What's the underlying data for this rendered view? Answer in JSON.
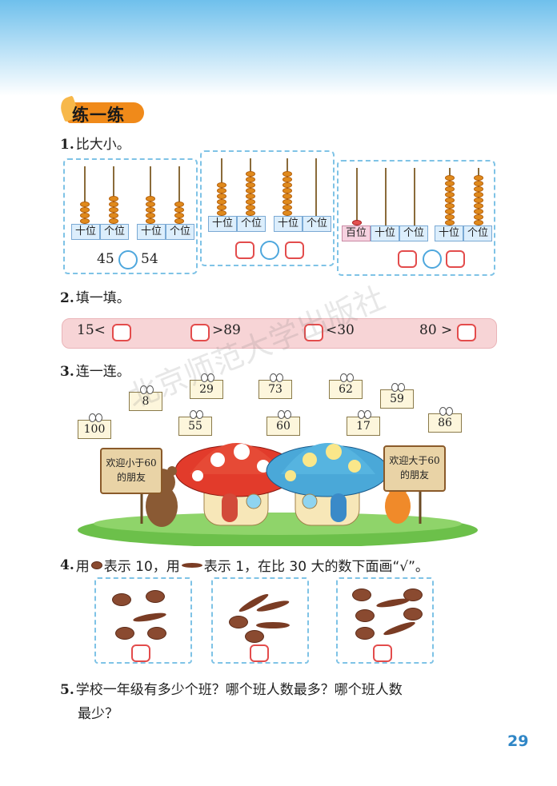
{
  "section": {
    "title": "练一练"
  },
  "q1": {
    "num": "1.",
    "text": "比大小。",
    "labels": {
      "tens": "十位",
      "ones": "个位",
      "hundreds": "百位"
    },
    "left_compare": "45",
    "right_compare": "54"
  },
  "q2": {
    "num": "2.",
    "text": "填一填。",
    "items": [
      "15<",
      ">89",
      "<30",
      "80 >"
    ]
  },
  "q3": {
    "num": "3.",
    "text": "连一连。",
    "cards": [
      "8",
      "29",
      "73",
      "62",
      "59",
      "100",
      "55",
      "60",
      "17",
      "86"
    ],
    "sign_left": "欢迎小于60的朋友",
    "sign_right": "欢迎大于60的朋友"
  },
  "q4": {
    "num": "4.",
    "text_a": "用",
    "text_b": "表示 10，用",
    "text_c": "表示 1，在比 30 大的数下面画“√”。"
  },
  "q5": {
    "num": "5.",
    "line1": "学校一年级有多少个班？哪个班人数最多？哪个班人数",
    "line2": "最少？"
  },
  "watermark": "北京师范大学出版社",
  "page_number": "29"
}
